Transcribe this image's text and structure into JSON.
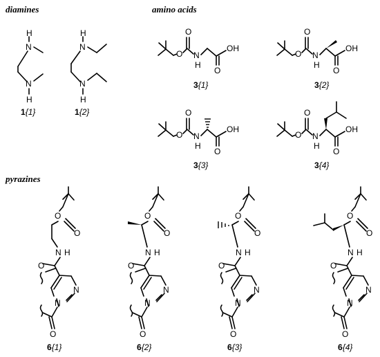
{
  "headings": {
    "diamines": "diamines",
    "amino_acids": "amino acids",
    "pyrazines": "pyrazines"
  },
  "compounds": [
    {
      "bold": "1",
      "sub": "{1}"
    },
    {
      "bold": "1",
      "sub": "{2}"
    },
    {
      "bold": "3",
      "sub": "{1}"
    },
    {
      "bold": "3",
      "sub": "{2}"
    },
    {
      "bold": "3",
      "sub": "{3}"
    },
    {
      "bold": "3",
      "sub": "{4}"
    },
    {
      "bold": "6",
      "sub": "{1}"
    },
    {
      "bold": "6",
      "sub": "{2}"
    },
    {
      "bold": "6",
      "sub": "{3}"
    },
    {
      "bold": "6",
      "sub": "{4}"
    }
  ],
  "atoms": {
    "h": "H",
    "n": "N",
    "o": "O",
    "oh": "OH"
  }
}
